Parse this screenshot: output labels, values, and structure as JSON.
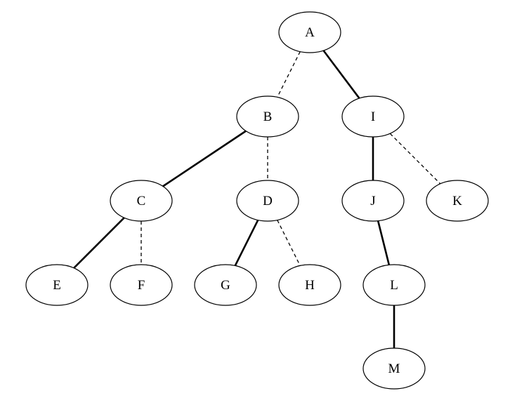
{
  "diagram": {
    "type": "tree",
    "nodes": [
      {
        "id": "A",
        "label": "A"
      },
      {
        "id": "B",
        "label": "B"
      },
      {
        "id": "I",
        "label": "I"
      },
      {
        "id": "C",
        "label": "C"
      },
      {
        "id": "D",
        "label": "D"
      },
      {
        "id": "J",
        "label": "J"
      },
      {
        "id": "K",
        "label": "K"
      },
      {
        "id": "E",
        "label": "E"
      },
      {
        "id": "F",
        "label": "F"
      },
      {
        "id": "G",
        "label": "G"
      },
      {
        "id": "H",
        "label": "H"
      },
      {
        "id": "L",
        "label": "L"
      },
      {
        "id": "M",
        "label": "M"
      }
    ],
    "edges": [
      {
        "from": "A",
        "to": "B",
        "style": "dashed"
      },
      {
        "from": "A",
        "to": "I",
        "style": "solid"
      },
      {
        "from": "B",
        "to": "C",
        "style": "solid"
      },
      {
        "from": "B",
        "to": "D",
        "style": "dashed"
      },
      {
        "from": "I",
        "to": "J",
        "style": "solid"
      },
      {
        "from": "I",
        "to": "K",
        "style": "dashed"
      },
      {
        "from": "C",
        "to": "E",
        "style": "solid"
      },
      {
        "from": "C",
        "to": "F",
        "style": "dashed"
      },
      {
        "from": "D",
        "to": "G",
        "style": "solid"
      },
      {
        "from": "D",
        "to": "H",
        "style": "dashed"
      },
      {
        "from": "J",
        "to": "L",
        "style": "solid"
      },
      {
        "from": "L",
        "to": "M",
        "style": "solid"
      }
    ]
  }
}
